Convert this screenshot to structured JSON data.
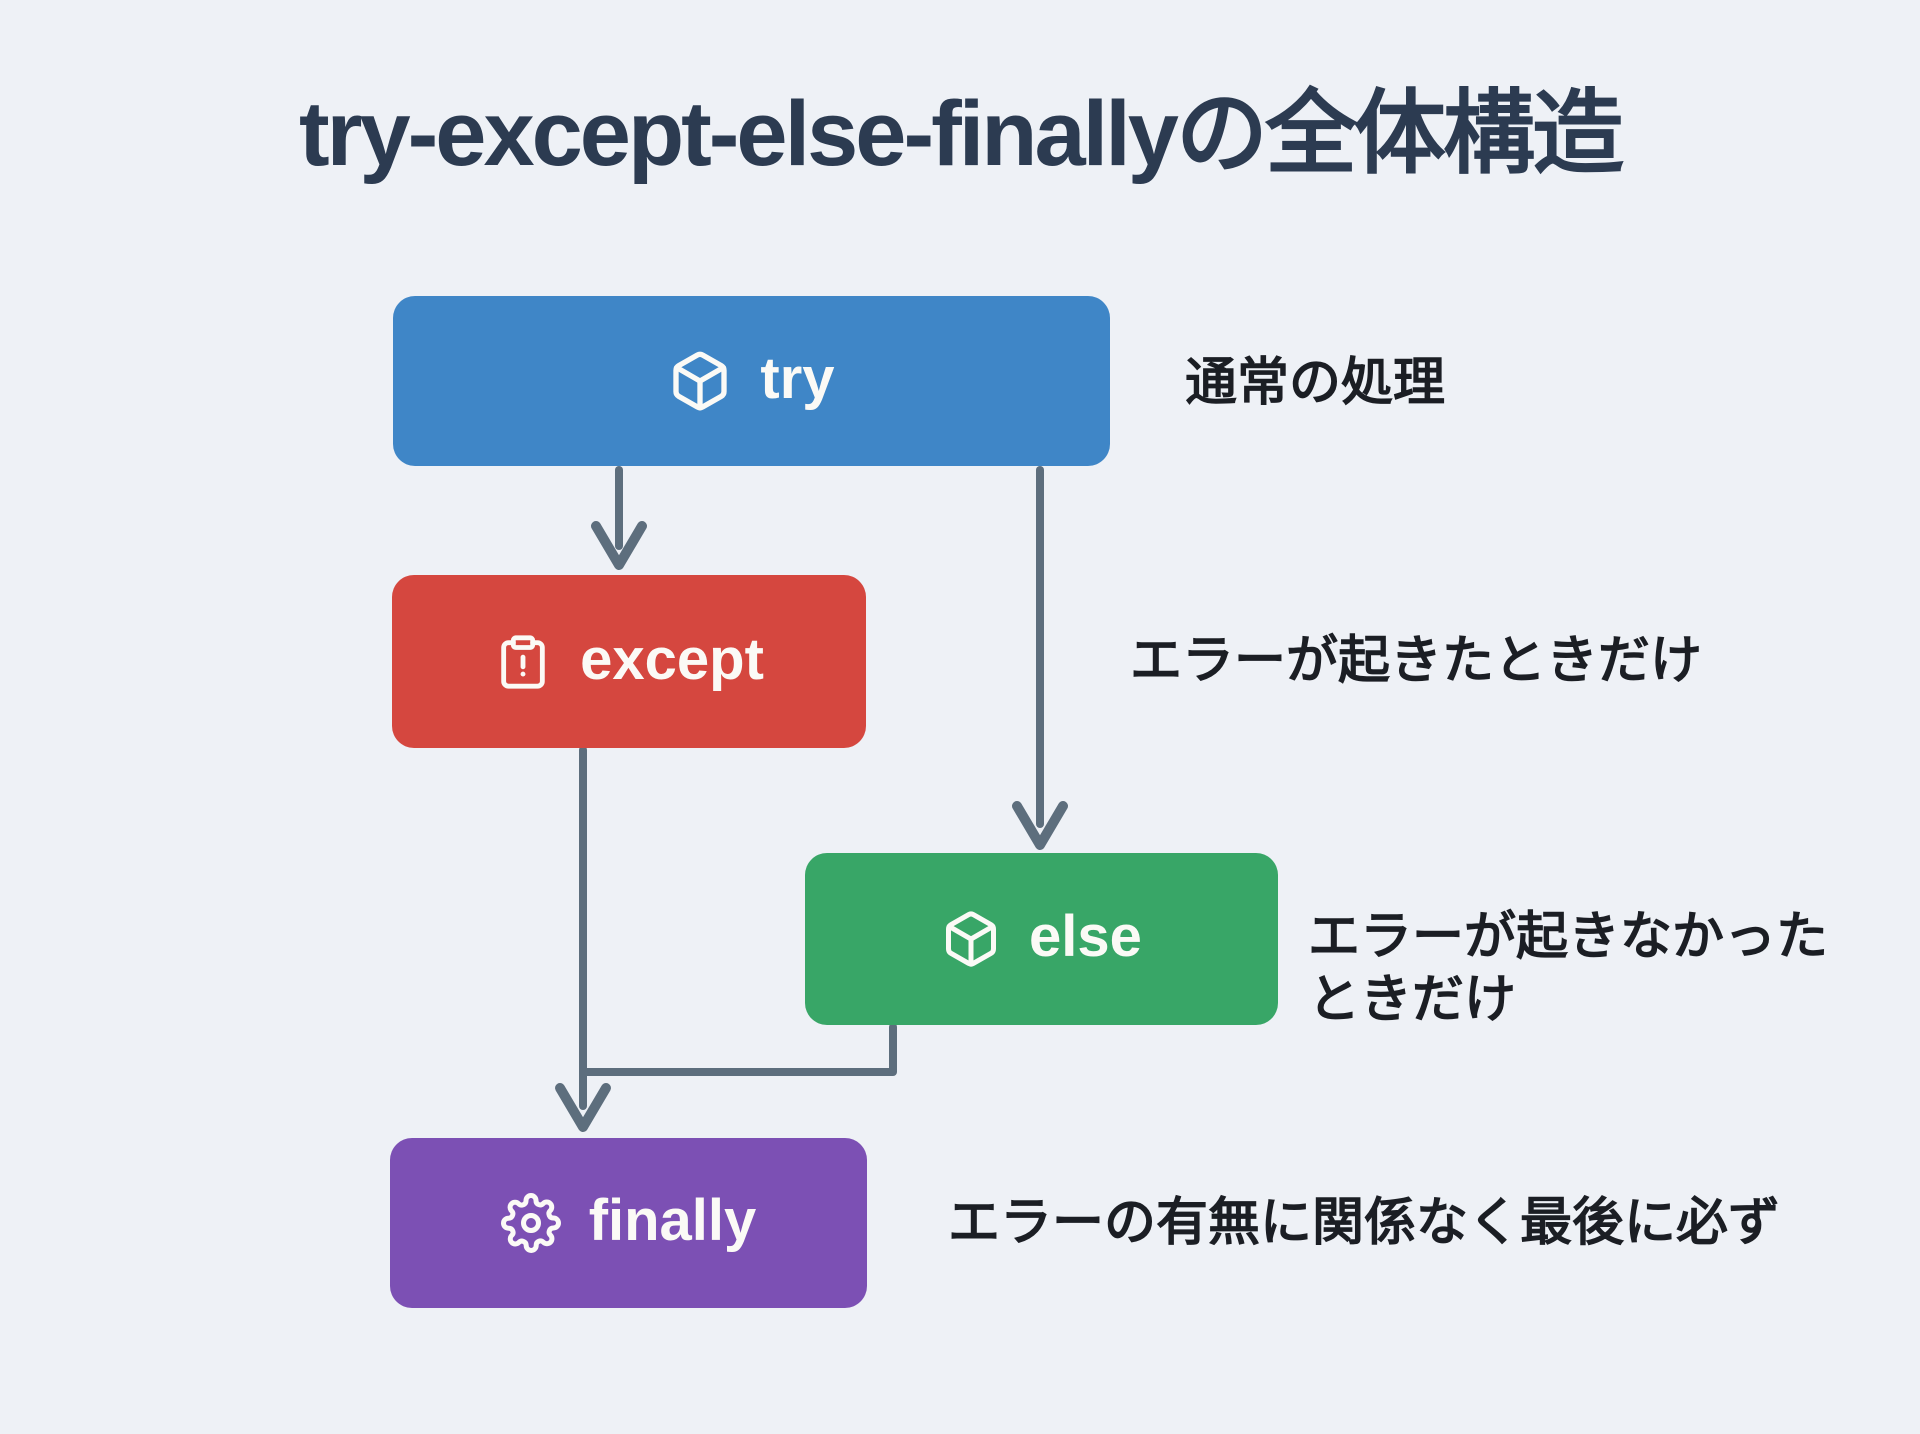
{
  "title": "try-except-else-finallyの全体構造",
  "colors": {
    "background": "#eef1f6",
    "title_text": "#2c3b51",
    "annotation_text": "#1b1e24",
    "arrow": "#5d6e7d",
    "node_label_text": "#fbfaf6"
  },
  "flowchart": {
    "type": "flowchart",
    "nodes": [
      {
        "id": "try",
        "label": "try",
        "icon": "cube-icon",
        "color": "#3f86c7",
        "note": "通常の処理"
      },
      {
        "id": "except",
        "label": "except",
        "icon": "clipboard-alert-icon",
        "color": "#d5473f",
        "note": "エラーが起きたときだけ"
      },
      {
        "id": "else",
        "label": "else",
        "icon": "cube-icon",
        "color": "#38a667",
        "note": "エラーが起きなかった\nときだけ"
      },
      {
        "id": "finally",
        "label": "finally",
        "icon": "gear-icon",
        "color": "#7c50b4",
        "note": "エラーの有無に関係なく最後に必ず"
      }
    ],
    "edges": [
      {
        "from": "try",
        "to": "except"
      },
      {
        "from": "try",
        "to": "else"
      },
      {
        "from": "except",
        "to": "finally"
      },
      {
        "from": "else",
        "to": "finally"
      }
    ]
  }
}
